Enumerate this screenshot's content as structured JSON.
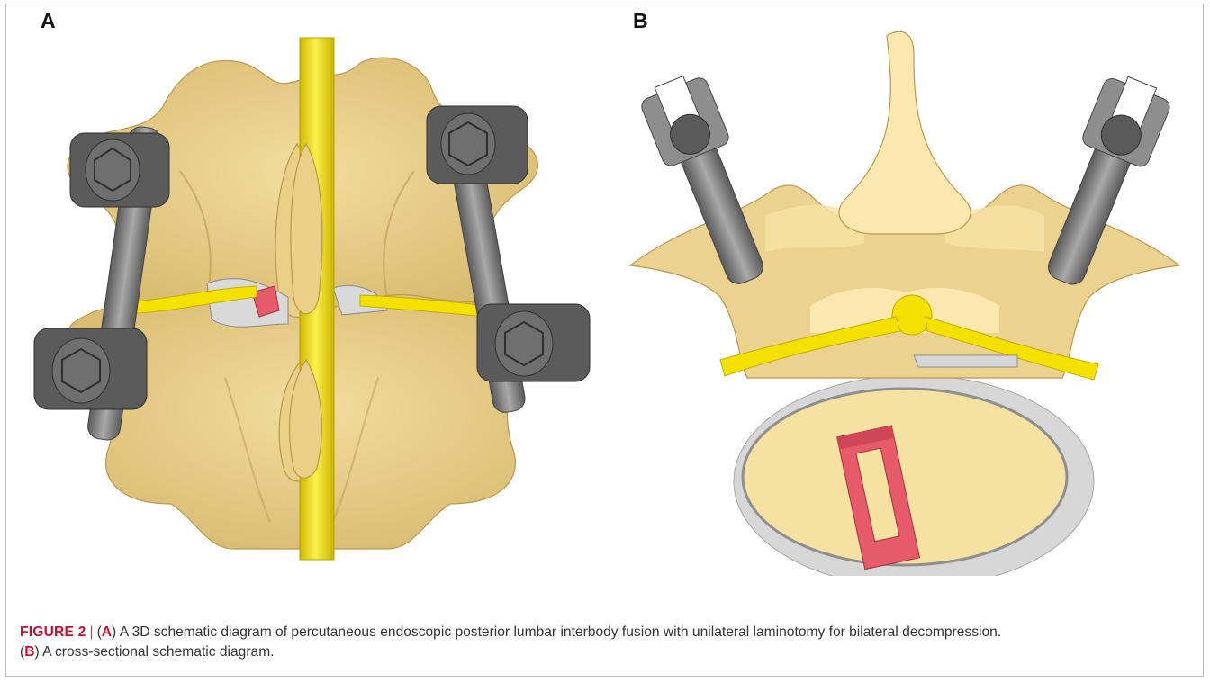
{
  "figure": {
    "panels": [
      {
        "label": "A"
      },
      {
        "label": "B"
      }
    ],
    "caption": {
      "figure_number": "FIGURE 2",
      "separator": "|",
      "part_a_letter": "A",
      "part_a_text": "A 3D schematic diagram of percutaneous endoscopic posterior lumbar interbody fusion with unilateral laminotomy for bilateral decompression.",
      "part_b_letter": "B",
      "part_b_text": "A cross-sectional schematic diagram."
    },
    "colors": {
      "bone": "#ecd28f",
      "bone_light": "#f7e3a6",
      "bone_shadow": "#c9ab63",
      "rod_yellow": "#f5e100",
      "metal_gray": "#8a8a8a",
      "metal_dark": "#4b4b4b",
      "cage_red": "#e65a6a",
      "disc_gray": "#d7d7d7"
    }
  }
}
